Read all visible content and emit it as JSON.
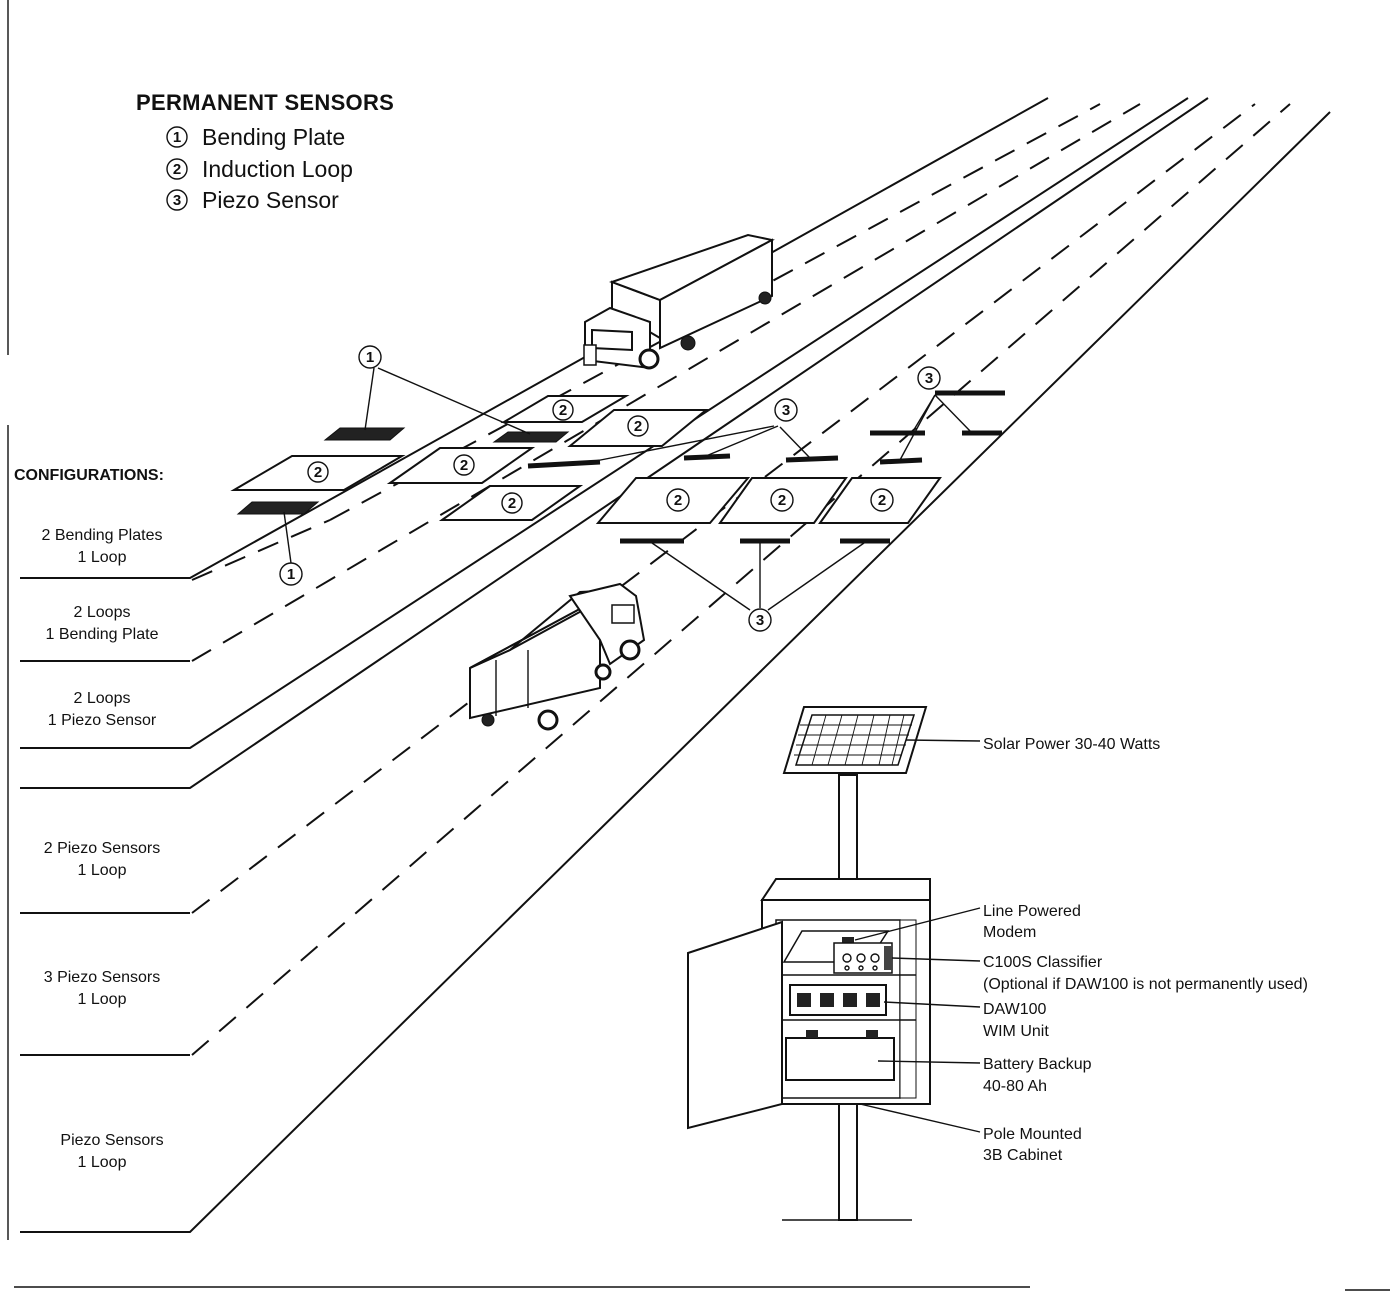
{
  "legend": {
    "title": "PERMANENT SENSORS",
    "items": [
      {
        "number": "1",
        "label": "Bending Plate"
      },
      {
        "number": "2",
        "label": "Induction Loop"
      },
      {
        "number": "3",
        "label": "Piezo Sensor"
      }
    ]
  },
  "configurations": {
    "title": "CONFIGURATIONS:",
    "rows": [
      {
        "line1": "2 Bending Plates",
        "line2": "1 Loop"
      },
      {
        "line1": "2 Loops",
        "line2": "1 Bending Plate"
      },
      {
        "line1": "2 Loops",
        "line2": "1 Piezo Sensor"
      },
      {
        "line1": "2 Piezo Sensors",
        "line2": "1 Loop"
      },
      {
        "line1": "3 Piezo Sensors",
        "line2": "1 Loop"
      },
      {
        "line1": "Piezo Sensors",
        "line2": "1 Loop"
      }
    ]
  },
  "callouts": {
    "bending_plate": "1",
    "induction_loop": "2",
    "piezo_sensor": "3"
  },
  "components": {
    "solar": "Solar Power 30-40 Watts",
    "modem_1": "Line Powered",
    "modem_2": "Modem",
    "classifier_1": "C100S Classifier",
    "classifier_2": "(Optional if DAW100 is not permanently used)",
    "daw_1": "DAW100",
    "daw_2": "WIM Unit",
    "battery_1": "Battery Backup",
    "battery_2": "40-80 Ah",
    "cabinet_1": "Pole Mounted",
    "cabinet_2": "3B Cabinet"
  }
}
